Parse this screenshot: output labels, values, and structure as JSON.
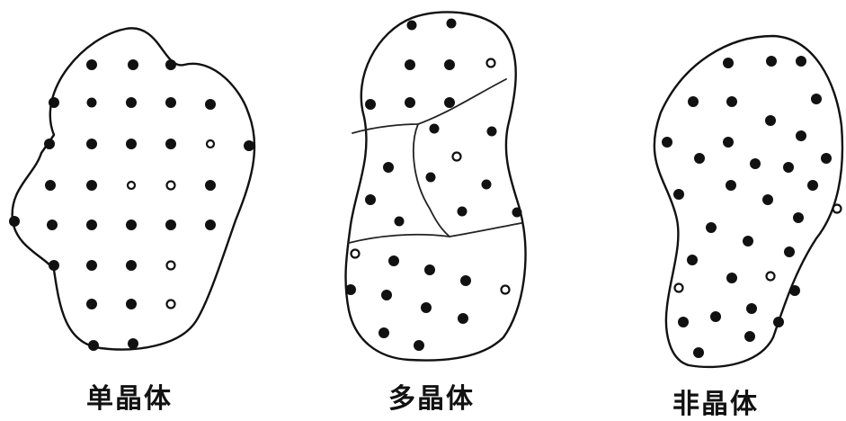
{
  "labels": {
    "single_crystal": "单晶体",
    "polycrystal": "多晶体",
    "amorphous": "非晶体"
  }
}
